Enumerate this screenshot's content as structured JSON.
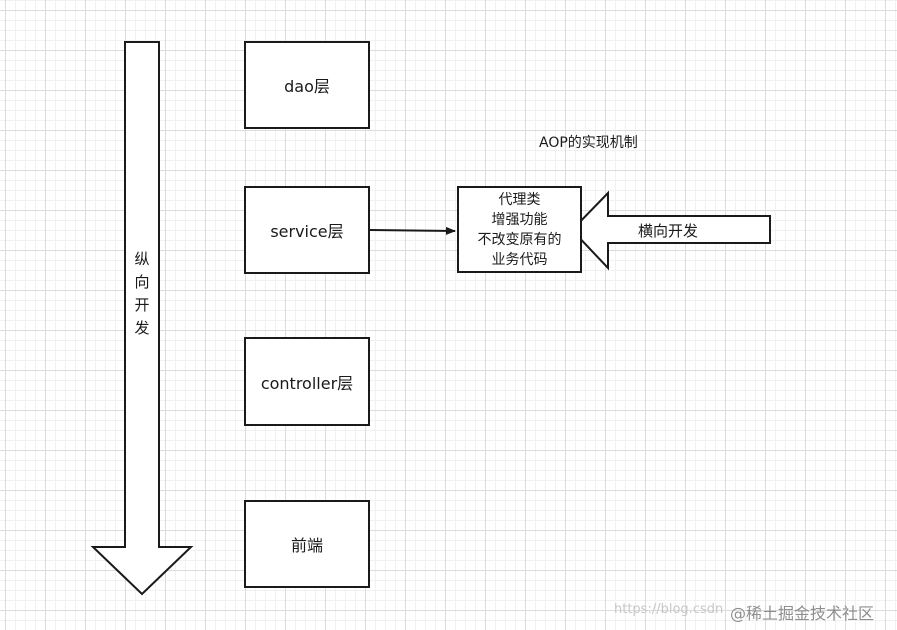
{
  "diagram": {
    "vertical_label": [
      "纵",
      "向",
      "开",
      "发"
    ],
    "layers": [
      {
        "id": "dao",
        "label": "dao层"
      },
      {
        "id": "service",
        "label": "service层"
      },
      {
        "id": "controller",
        "label": "controller层"
      },
      {
        "id": "frontend",
        "label": "前端"
      }
    ],
    "aop_title": "AOP的实现机制",
    "proxy_lines": [
      "代理类",
      "增强功能",
      "不改变原有的",
      "业务代码"
    ],
    "horizontal_label": "横向开发"
  },
  "watermark": {
    "url": "https://blog.csdn",
    "site": "@稀土掘金技术社区"
  }
}
